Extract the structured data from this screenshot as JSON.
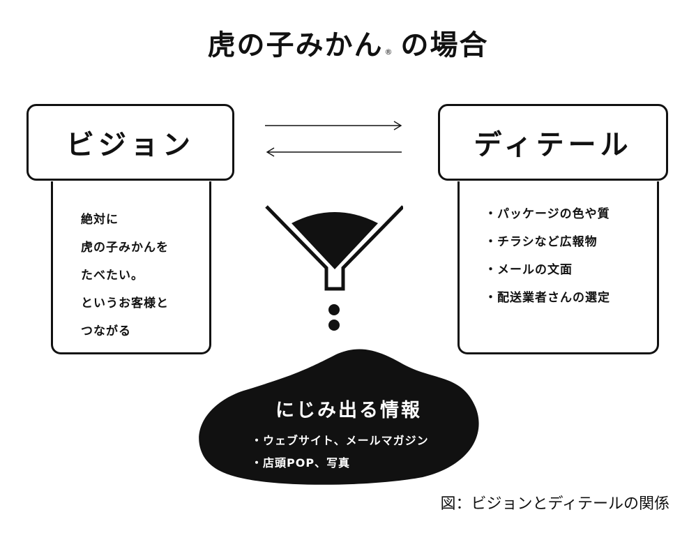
{
  "title": {
    "text": "虎の子みかん",
    "registered_mark": "®",
    "suffix": "の場合"
  },
  "vision": {
    "heading": "ビジョン",
    "lines": [
      "絶対に",
      "虎の子みかんを",
      "たべたい。",
      "というお客様と",
      "つながる"
    ]
  },
  "detail": {
    "heading": "ディテール",
    "items": [
      "・パッケージの色や質",
      "・チラシなど広報物",
      "・メールの文面",
      "・配送業者さんの選定"
    ]
  },
  "result": {
    "heading": "にじみ出る情報",
    "items": [
      "・ウェブサイト、メールマガジン",
      "・店頭POP、写真"
    ]
  },
  "caption": "図：ビジョンとディテールの関係"
}
